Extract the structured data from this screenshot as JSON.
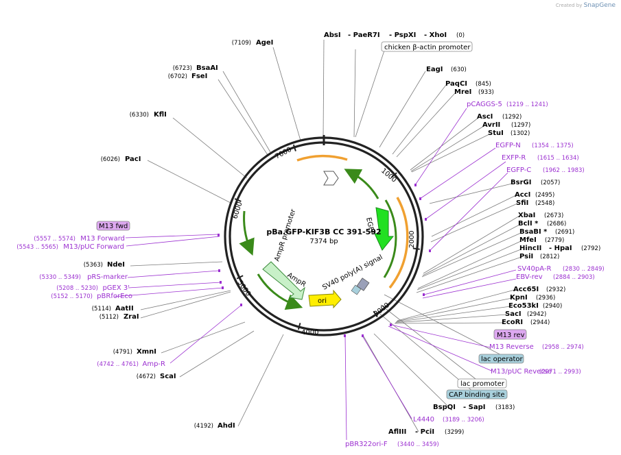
{
  "credit": {
    "prefix": "Created by",
    "brand": "SnapGene"
  },
  "plasmid": {
    "name": "pBa.GFP-KIF3B CC 391-592",
    "length_label": "7374 bp",
    "length": 7374
  },
  "ticks": [
    "1000",
    "2000",
    "3000",
    "4000",
    "5000",
    "6000",
    "7000"
  ],
  "enzymes": [
    {
      "name": "AbsI",
      "pos": ""
    },
    {
      "name": "- PaeR7I",
      "pos": ""
    },
    {
      "name": "- PspXI",
      "pos": ""
    },
    {
      "name": "- XhoI",
      "pos": "(0)"
    },
    {
      "name": "AgeI",
      "pos": "(7109)"
    },
    {
      "name": "BsaAI",
      "pos": "(6723)"
    },
    {
      "name": "FseI",
      "pos": "(6702)"
    },
    {
      "name": "KflI",
      "pos": "(6330)"
    },
    {
      "name": "PacI",
      "pos": "(6026)"
    },
    {
      "name": "NdeI",
      "pos": "(5363)"
    },
    {
      "name": "AatII",
      "pos": "(5114)"
    },
    {
      "name": "ZraI",
      "pos": "(5112)"
    },
    {
      "name": "XmnI",
      "pos": "(4791)"
    },
    {
      "name": "ScaI",
      "pos": "(4672)"
    },
    {
      "name": "AhdI",
      "pos": "(4192)"
    },
    {
      "name": "EagI",
      "pos": "(630)"
    },
    {
      "name": "PaqCI",
      "pos": "(845)"
    },
    {
      "name": "MreI",
      "pos": "(933)"
    },
    {
      "name": "AscI",
      "pos": "(1292)"
    },
    {
      "name": "AvrII",
      "pos": "(1297)"
    },
    {
      "name": "StuI",
      "pos": "(1302)"
    },
    {
      "name": "BsrGI",
      "pos": "(2057)"
    },
    {
      "name": "AccI",
      "pos": "(2495)"
    },
    {
      "name": "SfiI",
      "pos": "(2548)"
    },
    {
      "name": "XbaI",
      "pos": "(2673)"
    },
    {
      "name": "BclI *",
      "pos": "(2686)"
    },
    {
      "name": "BsaBI *",
      "pos": "(2691)"
    },
    {
      "name": "MfeI",
      "pos": "(2779)"
    },
    {
      "name": "HincII",
      "pos": ""
    },
    {
      "name": "- HpaI",
      "pos": "(2792)"
    },
    {
      "name": "PsiI",
      "pos": "(2812)"
    },
    {
      "name": "Acc65I",
      "pos": "(2932)"
    },
    {
      "name": "KpnI",
      "pos": "(2936)"
    },
    {
      "name": "Eco53kI",
      "pos": "(2940)"
    },
    {
      "name": "SacI",
      "pos": "(2942)"
    },
    {
      "name": "EcoRI",
      "pos": "(2944)"
    },
    {
      "name": "BspQI",
      "pos": ""
    },
    {
      "name": "- SapI",
      "pos": "(3183)"
    },
    {
      "name": "AflIII",
      "pos": ""
    },
    {
      "name": "- PciI",
      "pos": "(3299)"
    }
  ],
  "primers": [
    {
      "name": "pCAGGS-5",
      "pos": "(1219 .. 1241)"
    },
    {
      "name": "EGFP-N",
      "pos": "(1354 .. 1375)"
    },
    {
      "name": "EXFP-R",
      "pos": "(1615 .. 1634)"
    },
    {
      "name": "EGFP-C",
      "pos": "(1962 .. 1983)"
    },
    {
      "name": "SV40pA-R",
      "pos": "(2830 .. 2849)"
    },
    {
      "name": "EBV-rev",
      "pos": "(2884 .. 2903)"
    },
    {
      "name": "M13 Reverse",
      "pos": "(2958 .. 2974)"
    },
    {
      "name": "M13/pUC Reverse",
      "pos": "(2971 .. 2993)"
    },
    {
      "name": "L4440",
      "pos": "(3189 .. 3206)"
    },
    {
      "name": "pBR322ori-F",
      "pos": "(3440 .. 3459)"
    },
    {
      "name": "Amp-R",
      "pos": "(4742 .. 4761)"
    },
    {
      "name": "pBRforEco",
      "pos": "(5152 .. 5170)"
    },
    {
      "name": "pGEX 3'",
      "pos": "(5208 .. 5230)"
    },
    {
      "name": "pRS-marker",
      "pos": "(5330 .. 5349)"
    },
    {
      "name": "M13/pUC Forward",
      "pos": "(5543 .. 5565)"
    },
    {
      "name": "M13 Forward",
      "pos": "(5557 .. 5574)"
    }
  ],
  "boxed": [
    {
      "name": "chicken β-actin promoter"
    },
    {
      "name": "M13 rev"
    },
    {
      "name": "lac operator"
    },
    {
      "name": "lac promoter"
    },
    {
      "name": "CAP binding site"
    },
    {
      "name": "M13 fwd"
    }
  ],
  "features": {
    "egfp": "EGFP",
    "sv40": "SV40 poly(A) signal",
    "ori": "ori",
    "ampr": "AmpR",
    "ampr_promoter": "AmpR promoter"
  },
  "colors": {
    "primer": "#9b2fd0",
    "egfp": "#22e022",
    "ori": "#ffee00",
    "ampr": "#c8f0c8",
    "cag": "#f0a030",
    "lac_operator": "#a8d0dc",
    "m13_box": "#dda8f0"
  }
}
